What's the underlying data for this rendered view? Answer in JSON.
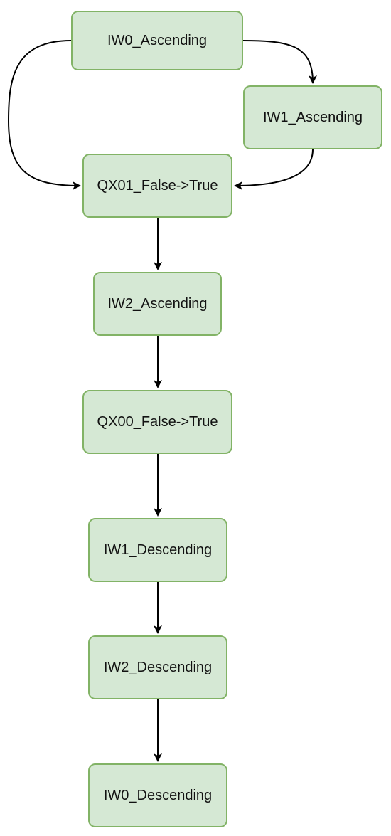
{
  "diagram": {
    "nodes": [
      {
        "id": "iw0_asc",
        "label": "IW0_Ascending"
      },
      {
        "id": "iw1_asc",
        "label": "IW1_Ascending"
      },
      {
        "id": "qx01",
        "label": "QX01_False->True"
      },
      {
        "id": "iw2_asc",
        "label": "IW2_Ascending"
      },
      {
        "id": "qx00",
        "label": "QX00_False->True"
      },
      {
        "id": "iw1_desc",
        "label": "IW1_Descending"
      },
      {
        "id": "iw2_desc",
        "label": "IW2_Descending"
      },
      {
        "id": "iw0_desc",
        "label": "IW0_Descending"
      }
    ],
    "edges": [
      {
        "from": "iw0_asc",
        "to": "iw1_asc"
      },
      {
        "from": "iw0_asc",
        "to": "qx01"
      },
      {
        "from": "iw1_asc",
        "to": "qx01"
      },
      {
        "from": "qx01",
        "to": "iw2_asc"
      },
      {
        "from": "iw2_asc",
        "to": "qx00"
      },
      {
        "from": "qx00",
        "to": "iw1_desc"
      },
      {
        "from": "iw1_desc",
        "to": "iw2_desc"
      },
      {
        "from": "iw2_desc",
        "to": "iw0_desc"
      }
    ],
    "colors": {
      "node_fill": "#d5e8d4",
      "node_stroke": "#82b366",
      "edge": "#000000"
    }
  }
}
